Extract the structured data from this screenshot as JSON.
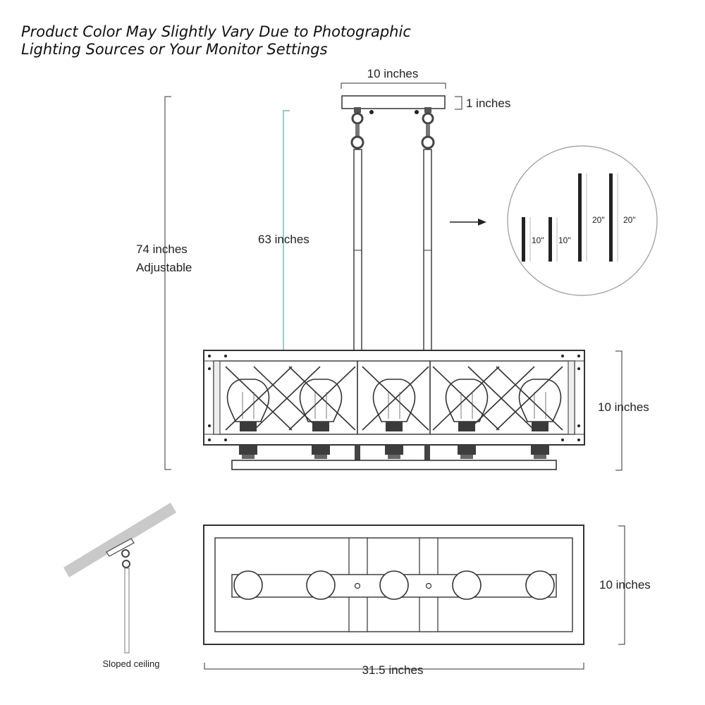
{
  "notice": {
    "line1": "Product Color May Slightly Vary Due to Photographic",
    "line2": "Lighting Sources or Your Monitor Settings"
  },
  "dimensions": {
    "canopy_width": "10 inches",
    "canopy_height": "1 inches",
    "chain_length": "63 inches",
    "total_height_line1": "74 inches",
    "total_height_line2": "Adjustable",
    "fixture_height": "10 inches",
    "fixture_depth": "10 inches",
    "fixture_length": "31.5 inches"
  },
  "rods": {
    "labels": [
      "10\"",
      "10\"",
      "20\"",
      "20\""
    ]
  },
  "sloped_ceiling_label": "Sloped ceiling"
}
